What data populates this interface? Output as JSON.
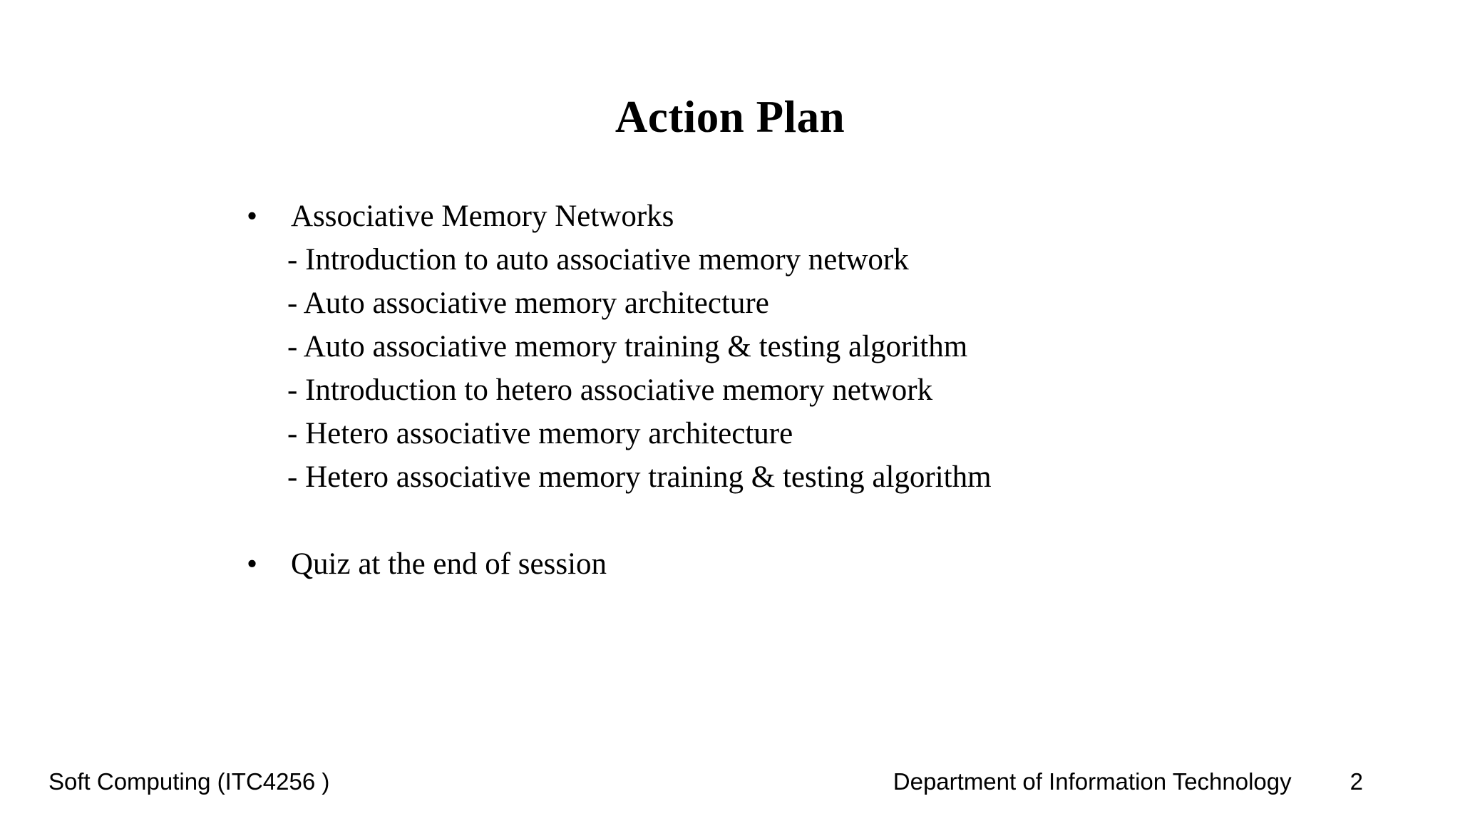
{
  "slide": {
    "title": "Action Plan",
    "bullet_char": "•",
    "bullets": [
      {
        "label": "Associative Memory Networks",
        "sub_items": [
          "- Introduction to auto associative memory network",
          "- Auto associative memory architecture",
          "- Auto associative memory training & testing algorithm",
          "- Introduction to hetero associative memory network",
          "- Hetero associative memory architecture",
          "- Hetero associative memory training & testing algorithm"
        ]
      },
      {
        "label": "Quiz at the end of session",
        "sub_items": []
      }
    ],
    "footer": {
      "left": "Soft Computing (ITC4256 )",
      "right": "Department of Information Technology",
      "page_number": "2"
    },
    "colors": {
      "background": "#ffffff",
      "text": "#000000"
    }
  }
}
